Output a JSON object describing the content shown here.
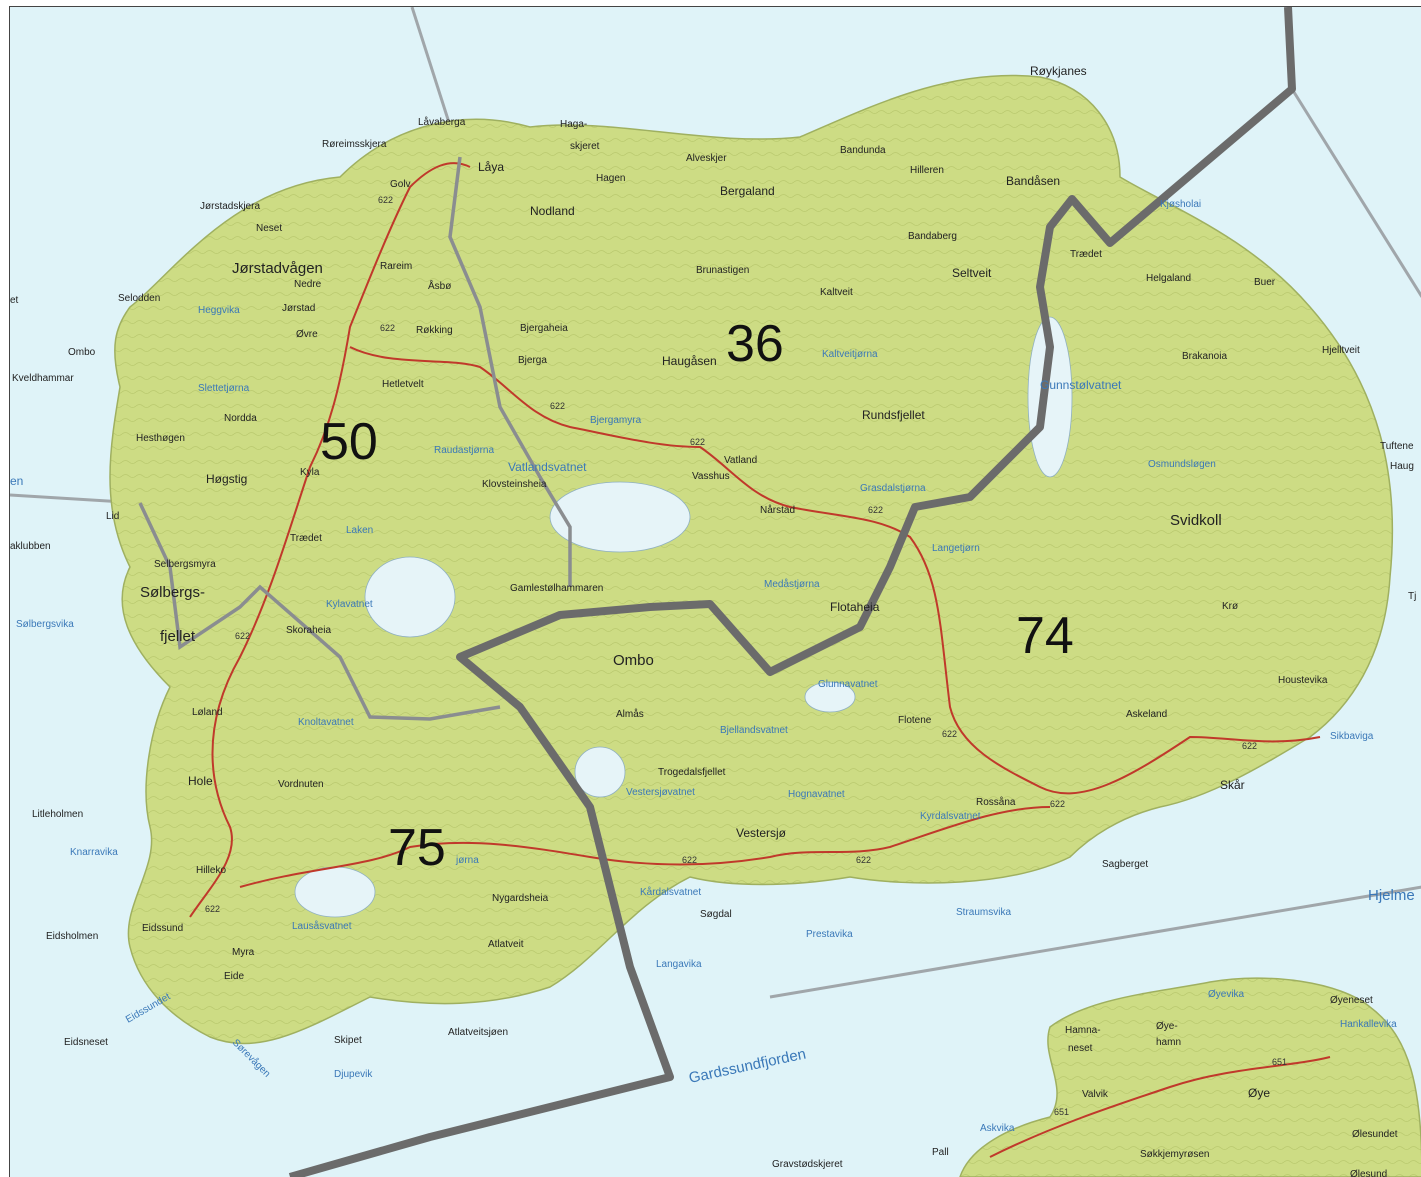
{
  "zones": [
    "36",
    "50",
    "74",
    "75"
  ],
  "places": {
    "roykjanes": "Røykjanes",
    "lavaberga": "Låvaberga",
    "roreimsskjera": "Røreimsskjera",
    "haga_skjeret": "Haga-",
    "haga_skjeret2": "skjeret",
    "alveskjer": "Alveskjer",
    "bandunda": "Bandunda",
    "hilleren": "Hilleren",
    "bandasen": "Bandåsen",
    "hagen": "Hagen",
    "laya": "Låya",
    "goly": "Golv",
    "bergaland": "Bergaland",
    "nodland": "Nodland",
    "jorstadskjera": "Jørstadskjera",
    "kjosholai": "Kjøsholai",
    "neset": "Neset",
    "bandaberg": "Bandaberg",
    "traedet": "Trædet",
    "jorstadvagen": "Jørstadvågen",
    "nedre": "Nedre",
    "rareim": "Rareim",
    "brunastigen": "Brunastigen",
    "seltveit": "Seltveit",
    "helgaland": "Helgaland",
    "buer": "Buer",
    "solodden": "Selodden",
    "heggvika": "Heggvika",
    "jorstad": "Jørstad",
    "asbo": "Åsbø",
    "kaltveit": "Kaltveit",
    "ovre": "Øvre",
    "rokking": "Røkking",
    "bjergaheia": "Bjergaheia",
    "ombo_w": "Ombo",
    "bjerga": "Bjerga",
    "haugasen": "Haugåsen",
    "kaltveitjorna": "Kaltveitjørna",
    "brakanoia": "Brakanoia",
    "hjelltveit": "Hjelltveit",
    "kveldhammar": "Kveldhammar",
    "slettetjorna": "Slettetjørna",
    "hetletvelt": "Hetletvelt",
    "gunnstolvatnet": "Gunnstølvatnet",
    "nordda": "Nordda",
    "bjergamyra": "Bjergamyra",
    "rundsfjellet": "Rundsfjellet",
    "hesthogen": "Hesthøgen",
    "raudastjorna": "Raudastjørna",
    "vatland": "Vatland",
    "osmundslogen": "Osmundsløgen",
    "tuftene": "Tuftene",
    "haug": "Haug",
    "hogstig": "Høgstig",
    "kyla": "Kyla",
    "vatlandsvatnet": "Vatlandsvatnet",
    "vasshus": "Vasshus",
    "klovsteinsheia": "Klovsteinsheia",
    "grasdalstjorna": "Grasdalstjørna",
    "narstad": "Nårstad",
    "svidkoll": "Svidkoll",
    "lid": "Lid",
    "laken": "Laken",
    "traedet2": "Trædet",
    "aklubben": "aklubben",
    "langetjorn": "Langetjørn",
    "selbergsmyra": "Selbergsmyra",
    "gamlestolhammaren": "Gamlestølhammaren",
    "medastjorna": "Medåstjørna",
    "solbergsfjellet_a": "Sølbergs-",
    "solbergsfjellet_b": "fjellet",
    "tj": "Tj",
    "flotaheia": "Flotaheia",
    "kylavatnet": "Kylavatnet",
    "kro": "Krø",
    "solbergsvika": "Sølbergsvika",
    "skoraheia": "Skoraheia",
    "ombo": "Ombo",
    "gunnavatnet": "Glunnavatnet",
    "houstevika": "Houstevika",
    "loland": "Løland",
    "knoltavatnet": "Knoltavatnet",
    "almas": "Almås",
    "flotene": "Flotene",
    "askeland": "Askeland",
    "sikbaviga": "Sikbaviga",
    "bjellandsvatnet": "Bjellandsvatnet",
    "hole": "Hole",
    "vordnuten": "Vordnuten",
    "trogedalsfjellet": "Trogedalsfjellet",
    "skar": "Skår",
    "vestersjovatnet": "Vestersjøvatnet",
    "hognavatnet": "Hognavatnet",
    "rossana": "Rossåna",
    "litleholmen": "Litleholmen",
    "kyrdalsvatnet": "Kyrdalsvatnet",
    "knarravika": "Knarravika",
    "vestersjo": "Vestersjø",
    "sagberget": "Sagberget",
    "hjelme": "Hjelme",
    "hilleko": "Hilleko",
    "nygardsheia": "Nygardsheia",
    "kardalsvatnet": "Kårdalsvatnet",
    "eidholmen": "Eidsholmen",
    "eidssund": "Eidssund",
    "lausasvatnet": "Lausåsvatnet",
    "sogdal": "Søgdal",
    "straumsvika": "Straumsvika",
    "myra": "Myra",
    "atlatveit": "Atlatveit",
    "prestavika": "Prestavika",
    "eide": "Eide",
    "langavika": "Langavika",
    "oyevika": "Øyevika",
    "oyeneset": "Øyeneset",
    "eidssundet": "Eidssundet",
    "hamnaneset_a": "Hamna-",
    "hamnaneset_b": "neset",
    "oyehamn_a": "Øye-",
    "oyehamn_b": "hamn",
    "hankallevika": "Hankallevika",
    "eidsneset": "Eidsneset",
    "skipet": "Skipet",
    "atlatveitsjoen": "Atlatveitsjøen",
    "sorevagen": "Sørevågen",
    "gardssundfjorden": "Gardssundfjorden",
    "djupevik": "Djupevik",
    "valvik": "Valvik",
    "oye": "Øye",
    "askvika": "Askvika",
    "olesundet": "Ølesundet",
    "pall": "Pall",
    "sokkjemyrosen": "Søkkjemyrøsen",
    "gravstodskjeret": "Gravstødskjeret",
    "olesund": "Ølesund",
    "en": "en",
    "et": "et",
    "j": "jørna"
  },
  "road_numbers": [
    "622",
    "651"
  ],
  "colors": {
    "sea": "#dff3f8",
    "land": "#cddc84",
    "land_dark": "#b7c96b",
    "boundary": "#6b6b6b",
    "road": "#c0392b",
    "water_label": "#3a78b8"
  }
}
